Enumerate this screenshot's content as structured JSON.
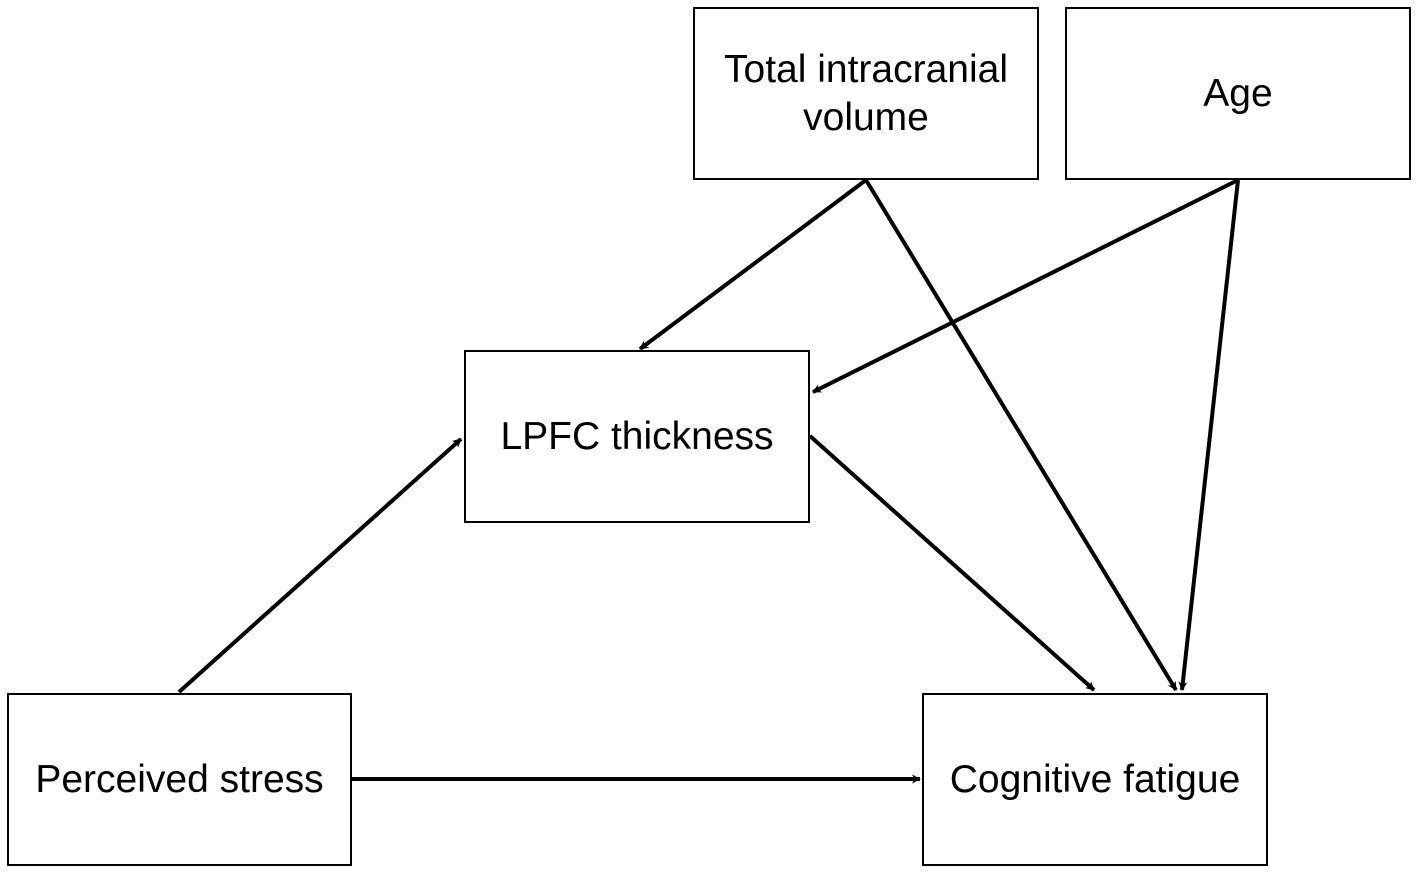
{
  "nodes": {
    "tiv": {
      "label": "Total intracranial\nvolume"
    },
    "age": {
      "label": "Age"
    },
    "lpfc": {
      "label": "LPFC thickness"
    },
    "stress": {
      "label": "Perceived stress"
    },
    "fatigue": {
      "label": "Cognitive fatigue"
    }
  },
  "edges": [
    {
      "from": "tiv",
      "to": "lpfc"
    },
    {
      "from": "tiv",
      "to": "fatigue"
    },
    {
      "from": "age",
      "to": "lpfc"
    },
    {
      "from": "age",
      "to": "fatigue"
    },
    {
      "from": "stress",
      "to": "lpfc"
    },
    {
      "from": "lpfc",
      "to": "fatigue"
    },
    {
      "from": "stress",
      "to": "fatigue"
    }
  ],
  "colors": {
    "line": "#000000",
    "box_border": "#000000",
    "background": "#ffffff",
    "text": "#000000"
  }
}
